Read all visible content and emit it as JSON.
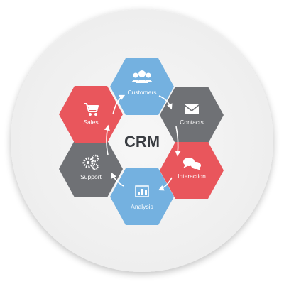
{
  "center": {
    "label": "CRM"
  },
  "nodes": [
    {
      "id": "customers",
      "label": "Customers",
      "color": "#74b1e0",
      "icon": "people-icon"
    },
    {
      "id": "contacts",
      "label": "Contacts",
      "color": "#6f7175",
      "icon": "envelope-icon"
    },
    {
      "id": "interaction",
      "label": "Interaction",
      "color": "#e9565c",
      "icon": "chat-bubbles-icon"
    },
    {
      "id": "analysis",
      "label": "Analysis",
      "color": "#74b1e0",
      "icon": "bar-chart-icon"
    },
    {
      "id": "support",
      "label": "Support",
      "color": "#6f7175",
      "icon": "gears-icon"
    },
    {
      "id": "sales",
      "label": "Sales",
      "color": "#e9565c",
      "icon": "shopping-cart-icon"
    }
  ],
  "colors": {
    "background_circle": "#f2f2f2",
    "arrow": "#ffffff",
    "center_text": "#3a3d42"
  }
}
